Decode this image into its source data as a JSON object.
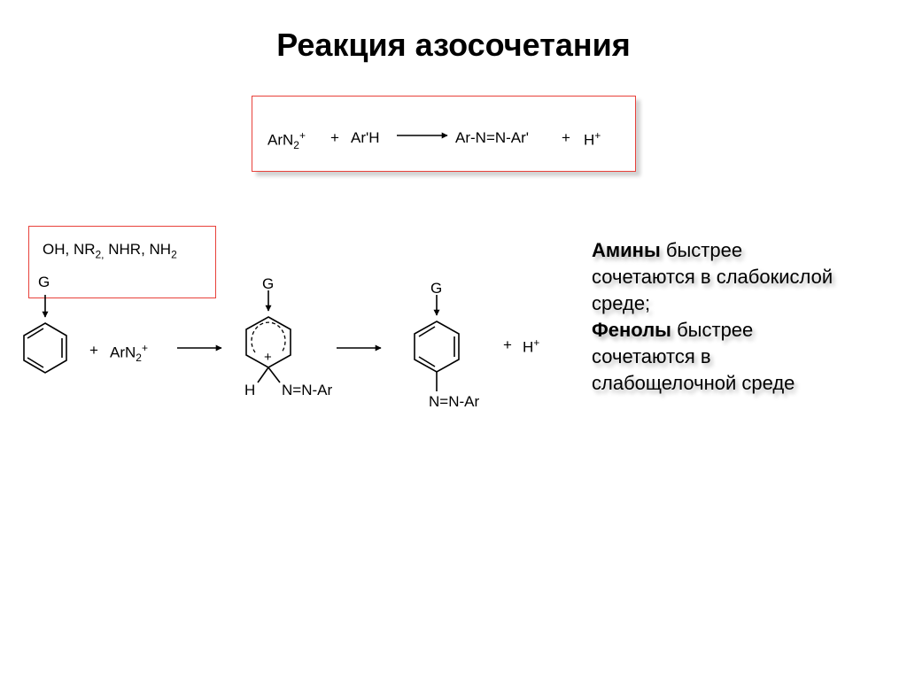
{
  "title": "Реакция азосочетания",
  "equation": {
    "left": "ArN",
    "left_sub": "2",
    "left_sup": "+",
    "plus1": "+",
    "reagent": "Ar'H",
    "product": "Ar-N=N-Ar'",
    "plus2": "+",
    "h": "H",
    "h_sup": "+"
  },
  "substituents": {
    "oh": "OH, NR",
    "nr_sub": "2,",
    "nhr": " NHR, NH",
    "nh_sub": "2"
  },
  "scheme": {
    "g1": "G",
    "plus_a": "+",
    "arn": "ArN",
    "arn_sub": "2",
    "arn_sup": "+",
    "g2": "G",
    "plus_sigma": "+",
    "h_atom": "H",
    "nna_1": "N=N-Ar",
    "g3": "G",
    "nna_2": "N=N-Ar",
    "plus_h": "+",
    "h_final": "H",
    "h_final_sup": "+"
  },
  "notes": {
    "amines_bold": "Амины",
    "amines_text": " быстрее",
    "line2": "сочетаются в слабокислой",
    "line3": "среде;",
    "phenols_bold": "Фенолы",
    "phenols_text": " быстрее",
    "line5": "сочетаются в",
    "line6": "слабощелочной среде"
  },
  "colors": {
    "box_border": "#e8413a",
    "text": "#000000"
  }
}
